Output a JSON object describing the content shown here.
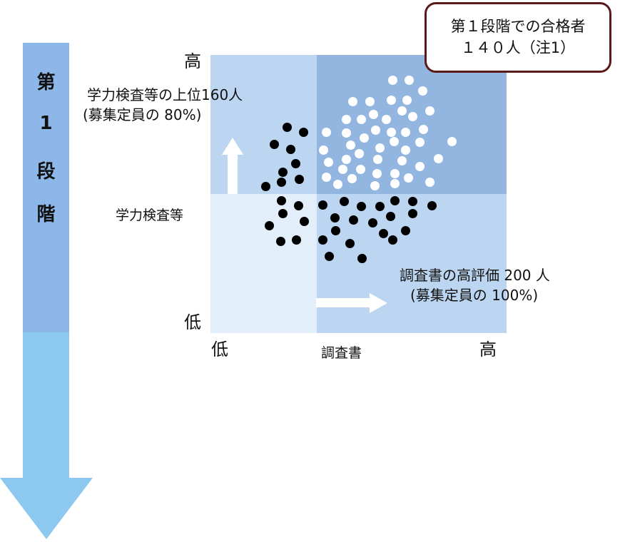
{
  "stage_column": {
    "chars": [
      "第",
      "1",
      "段",
      "階"
    ]
  },
  "result_box": {
    "line1": "第１段階での合格者",
    "line2": "１４０人（注1）"
  },
  "axes": {
    "y_high": "高",
    "y_low": "低",
    "y_label": "学力検査等",
    "x_low": "低",
    "x_high": "高",
    "x_label": "調査書"
  },
  "annotations": {
    "exam_top": "学力検査等の上位160人",
    "exam_top_sub": "(募集定員の 80%)",
    "report_high": "調査書の高評価 200 人",
    "report_high_sub": "(募集定員の 100%)"
  },
  "colors": {
    "column": "#8db7e8",
    "column_lower": "#8cc8f0",
    "passed_dot": "#ffffff",
    "other_dot": "#000000"
  }
}
